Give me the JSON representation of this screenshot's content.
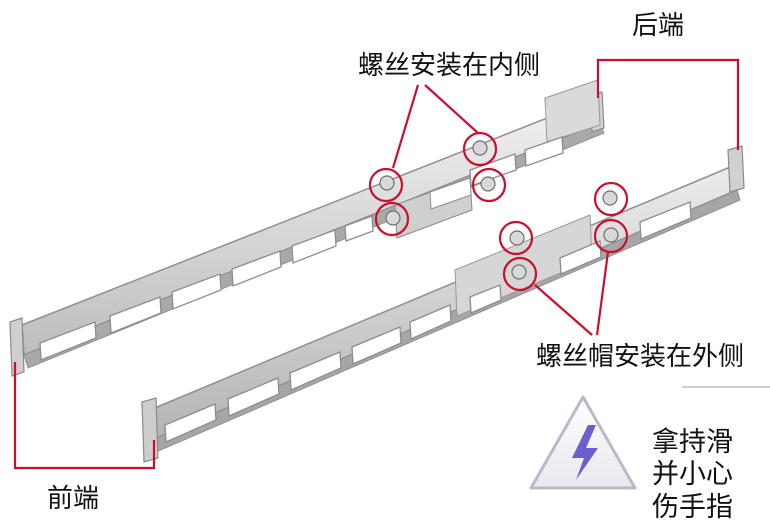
{
  "labels": {
    "rear_end": "后端",
    "screws_inside": "螺丝安装在内侧",
    "nuts_outside": "螺丝帽安装在外侧",
    "front_end": "前端"
  },
  "warning": {
    "icon": "lightning-warning-triangle-icon",
    "lines": [
      "拿持滑",
      "并小心",
      "伤手指"
    ]
  },
  "colors": {
    "callout": "#c8102e",
    "rail_light": "#e2e2e2",
    "rail_dark": "#9a9a9a",
    "warning_bolt": "#6a5fd0"
  }
}
